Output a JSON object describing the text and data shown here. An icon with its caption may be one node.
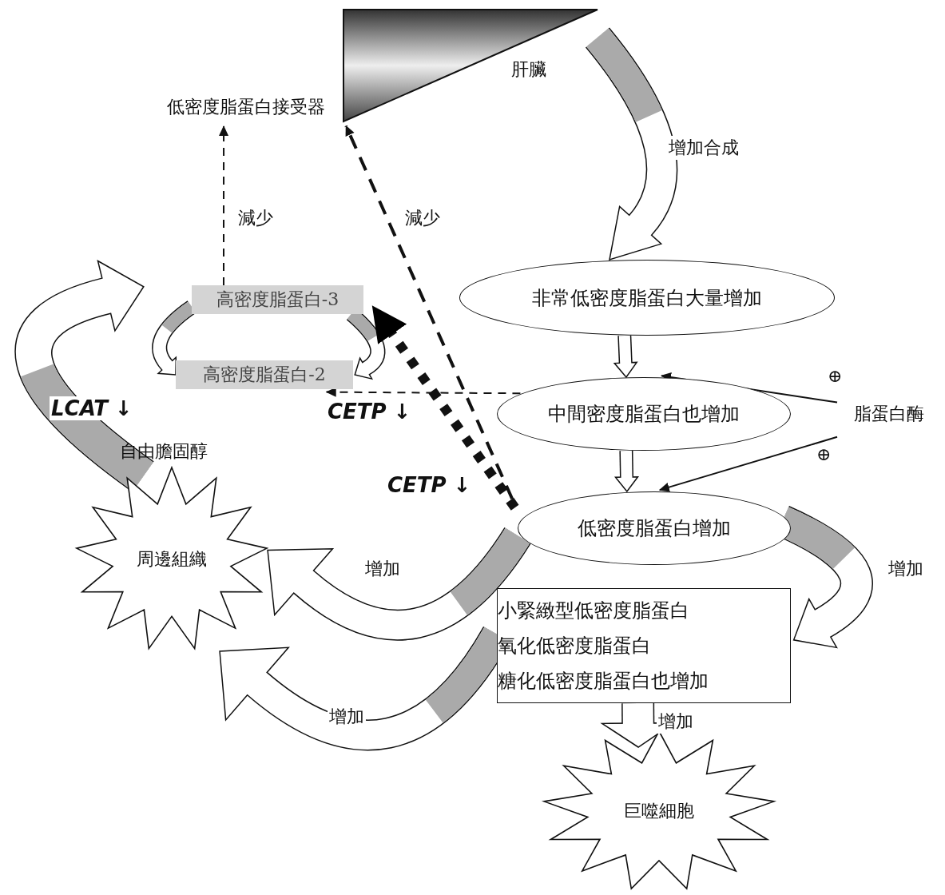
{
  "diagram": {
    "nodes": [
      {
        "text": [],
        "shape": "triangle",
        "beside": [
          "肝臟"
        ]
      },
      {
        "text": [
          "低密度脂蛋白接受器"
        ]
      },
      {
        "text": [
          "高密度脂蛋白-3"
        ]
      },
      {
        "text": [
          "高密度脂蛋白-2"
        ]
      },
      {
        "text": [
          "非常低密度脂蛋白大量增加"
        ]
      },
      {
        "text": [
          "中間密度脂蛋白也增加"
        ]
      },
      {
        "text": [
          "脂蛋白酶"
        ]
      },
      {
        "text": [
          "低密度脂蛋白增加"
        ]
      },
      {
        "text": [
          "周邊組織"
        ]
      },
      {
        "text": [
          "小緊緻型低密度脂蛋白",
          "氧化低密度脂蛋白",
          "糖化低密度脂蛋白也增加"
        ]
      },
      {
        "text": [
          "巨噬細胞"
        ]
      }
    ],
    "edges": [
      {
        "from": 0,
        "to": 4,
        "arrow": "to",
        "label": "增加合成",
        "style": "thick"
      },
      {
        "from": 2,
        "to": 1,
        "arrow": "to",
        "label": "減少",
        "style": "dashed"
      },
      {
        "from": 7,
        "to": 0,
        "arrow": "to",
        "label": "減少",
        "style": "dashed"
      },
      {
        "from": 2,
        "to": 3,
        "arrow": "to"
      },
      {
        "from": 2,
        "to": 3,
        "arrow": "to"
      },
      {
        "from": 5,
        "to": 3,
        "arrow": "to",
        "label": "CETP ↓",
        "style": "dashed"
      },
      {
        "from": 7,
        "to": 2,
        "arrow": "to",
        "label": "CETP ↓",
        "style": "dashed"
      },
      {
        "from": 4,
        "to": 5,
        "arrow": "to"
      },
      {
        "from": 5,
        "to": 7,
        "arrow": "to"
      },
      {
        "from": 6,
        "to": 5,
        "arrow": "to",
        "label": "⊕"
      },
      {
        "from": 6,
        "to": 7,
        "arrow": "to",
        "label": "⊕"
      },
      {
        "from": 7,
        "to": 9,
        "arrow": "to",
        "label": "增加",
        "style": "thick"
      },
      {
        "from": 7,
        "to": 8,
        "arrow": "to",
        "label": "增加",
        "style": "thick"
      },
      {
        "from": 9,
        "to": 8,
        "arrow": "to",
        "label": "增加",
        "style": "thick"
      },
      {
        "from": 9,
        "to": 10,
        "arrow": "to",
        "label": "增加",
        "style": "thick"
      },
      {
        "from": 8,
        "to": 2,
        "arrow": "to",
        "label": "LCAT ↓",
        "style": "thick"
      }
    ],
    "labels": [
      "自由膽固醇"
    ]
  }
}
